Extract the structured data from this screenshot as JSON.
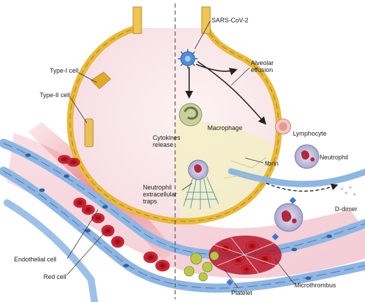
{
  "figure": {
    "labels": {
      "sars_cov_2": "SARS-CoV-2",
      "alveolar_effusion": "Alveolar effusion",
      "type_i_cell": "Type-I cell",
      "type_ii_cell": "Type-II cell",
      "cytokines_release": "Cytokines release",
      "macrophage": "Macrophage",
      "lymphocyte": "Lymphocyte",
      "fibrin": "fibrin",
      "neutrophil": "Neutrophil",
      "neutrophil_extracellular_traps": "Neutrophil extracellular traps",
      "d_dimer": "D-dimer",
      "endothelial_cell": "Endothelial cell",
      "red_cell": "Red cell",
      "platelet": "Platelet",
      "microthrombus": "Microthrombus"
    },
    "colors": {
      "alveolar_wall": "#e9b93a",
      "alveolar_wall_edge": "#b88a1c",
      "alveolus_inside": "#fbeef0",
      "effusion": "#f0ecc4",
      "vessel_cells": "#8fb6e2",
      "vessel_edge": "#4a78b8",
      "red_cell": "#c8192a",
      "virus": "#4e8fd6",
      "divider": "#555555"
    }
  }
}
